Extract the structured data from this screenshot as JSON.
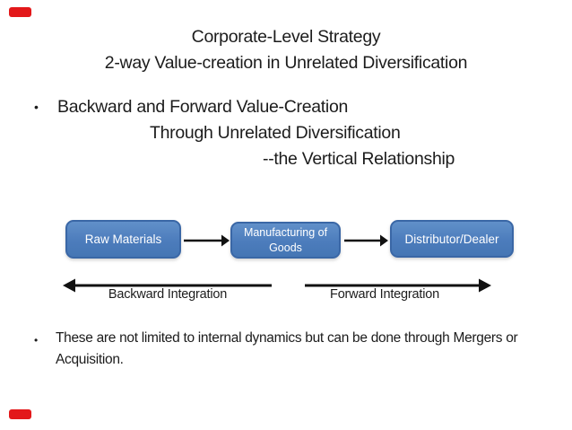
{
  "slide": {
    "title": {
      "line1": "Corporate-Level Strategy",
      "line2": "2-way Value-creation in Unrelated Diversification"
    },
    "bullet1": {
      "marker": "•",
      "line1": "Backward and Forward Value-Creation",
      "line2": "Through Unrelated Diversification",
      "line3": "--the Vertical Relationship"
    },
    "diagram": {
      "boxes": [
        {
          "label": "Raw Materials"
        },
        {
          "label": "Manufacturing of Goods"
        },
        {
          "label": "Distributor/Dealer"
        }
      ],
      "backward_label": "Backward Integration",
      "forward_label": "Forward Integration"
    },
    "bullet2": {
      "marker": "•",
      "text": "These are not limited to internal dynamics but can be done through Mergers or Acquisition."
    },
    "colors": {
      "background": "#ffffff",
      "text": "#1c1c1c",
      "box_fill_top": "#6190c9",
      "box_fill_bottom": "#4576b4",
      "box_border": "#3a67a6",
      "box_text": "#ffffff",
      "arrow": "#111111",
      "accent_mark_red": "#e3181a"
    }
  }
}
